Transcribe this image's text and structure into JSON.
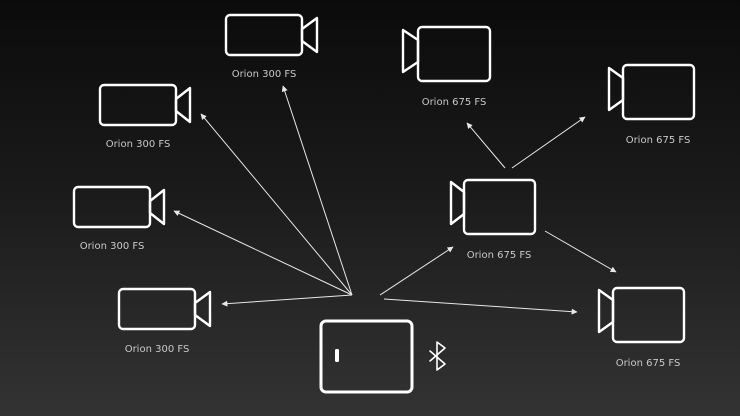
{
  "diagram": {
    "controller": {
      "icon": "tablet-icon",
      "connection_icon": "bluetooth-icon"
    },
    "cameras": [
      {
        "label": "Orion 300 FS",
        "icon": "video-camera-icon",
        "lens": "right"
      },
      {
        "label": "Orion 300 FS",
        "icon": "video-camera-icon",
        "lens": "right"
      },
      {
        "label": "Orion 300 FS",
        "icon": "video-camera-icon",
        "lens": "right"
      },
      {
        "label": "Orion 300 FS",
        "icon": "video-camera-icon",
        "lens": "right"
      },
      {
        "label": "Orion 675 FS",
        "icon": "video-camera-icon",
        "lens": "left"
      },
      {
        "label": "Orion 675 FS",
        "icon": "video-camera-icon",
        "lens": "left"
      },
      {
        "label": "Orion 675 FS",
        "icon": "video-camera-icon",
        "lens": "left"
      },
      {
        "label": "Orion 675 FS",
        "icon": "video-camera-icon",
        "lens": "left"
      }
    ],
    "colors": {
      "background_top": "#0b0b0b",
      "background_bottom": "#333333",
      "icon_stroke": "#ffffff",
      "label_text": "#c9c9c9"
    }
  }
}
